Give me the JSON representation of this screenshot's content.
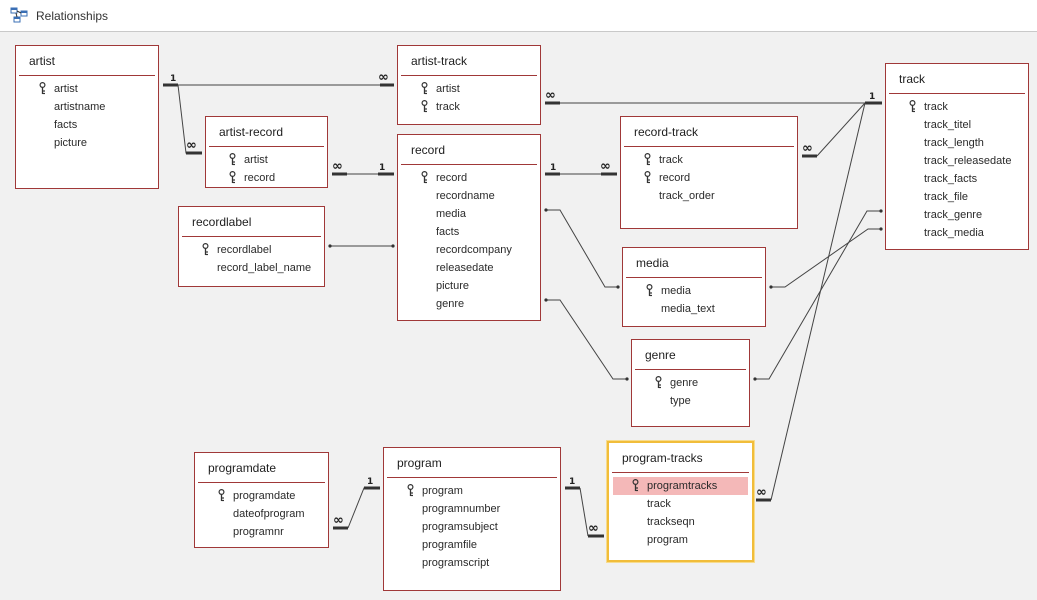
{
  "window": {
    "title": "Relationships"
  },
  "tables": [
    {
      "id": "artist",
      "title": "artist",
      "fields": [
        {
          "name": "artist",
          "key": true
        },
        {
          "name": "artistname"
        },
        {
          "name": "facts"
        },
        {
          "name": "picture"
        }
      ]
    },
    {
      "id": "artist-track",
      "title": "artist-track",
      "fields": [
        {
          "name": "artist",
          "key": true
        },
        {
          "name": "track",
          "key": true
        }
      ]
    },
    {
      "id": "artist-record",
      "title": "artist-record",
      "fields": [
        {
          "name": "artist",
          "key": true
        },
        {
          "name": "record",
          "key": true
        }
      ]
    },
    {
      "id": "record",
      "title": "record",
      "fields": [
        {
          "name": "record",
          "key": true
        },
        {
          "name": "recordname"
        },
        {
          "name": "media"
        },
        {
          "name": "facts"
        },
        {
          "name": "recordcompany"
        },
        {
          "name": "releasedate"
        },
        {
          "name": "picture"
        },
        {
          "name": "genre"
        }
      ]
    },
    {
      "id": "record-track",
      "title": "record-track",
      "fields": [
        {
          "name": "track",
          "key": true
        },
        {
          "name": "record",
          "key": true
        },
        {
          "name": "track_order"
        }
      ]
    },
    {
      "id": "track",
      "title": "track",
      "fields": [
        {
          "name": "track",
          "key": true
        },
        {
          "name": "track_titel"
        },
        {
          "name": "track_length"
        },
        {
          "name": "track_releasedate"
        },
        {
          "name": "track_facts"
        },
        {
          "name": "track_file"
        },
        {
          "name": "track_genre"
        },
        {
          "name": "track_media"
        }
      ]
    },
    {
      "id": "recordlabel",
      "title": "recordlabel",
      "fields": [
        {
          "name": "recordlabel",
          "key": true
        },
        {
          "name": "record_label_name"
        }
      ]
    },
    {
      "id": "media",
      "title": "media",
      "fields": [
        {
          "name": "media",
          "key": true
        },
        {
          "name": "media_text"
        }
      ]
    },
    {
      "id": "genre",
      "title": "genre",
      "fields": [
        {
          "name": "genre",
          "key": true
        },
        {
          "name": "type"
        }
      ]
    },
    {
      "id": "programdate",
      "title": "programdate",
      "fields": [
        {
          "name": "programdate",
          "key": true
        },
        {
          "name": "dateofprogram"
        },
        {
          "name": "programnr"
        }
      ]
    },
    {
      "id": "program",
      "title": "program",
      "fields": [
        {
          "name": "program",
          "key": true
        },
        {
          "name": "programnumber"
        },
        {
          "name": "programsubject"
        },
        {
          "name": "programfile"
        },
        {
          "name": "programscript"
        }
      ]
    },
    {
      "id": "program-tracks",
      "title": "program-tracks",
      "selected": true,
      "fields": [
        {
          "name": "programtracks",
          "key": true,
          "selected": true
        },
        {
          "name": "track"
        },
        {
          "name": "trackseqn"
        },
        {
          "name": "program"
        }
      ]
    }
  ],
  "relationship_labels": {
    "one": "1",
    "many": "∞"
  },
  "colors": {
    "border": "#a03838",
    "selected_border": "#f1bd3a",
    "selected_row": "#f4b8b8",
    "line": "#444444"
  }
}
